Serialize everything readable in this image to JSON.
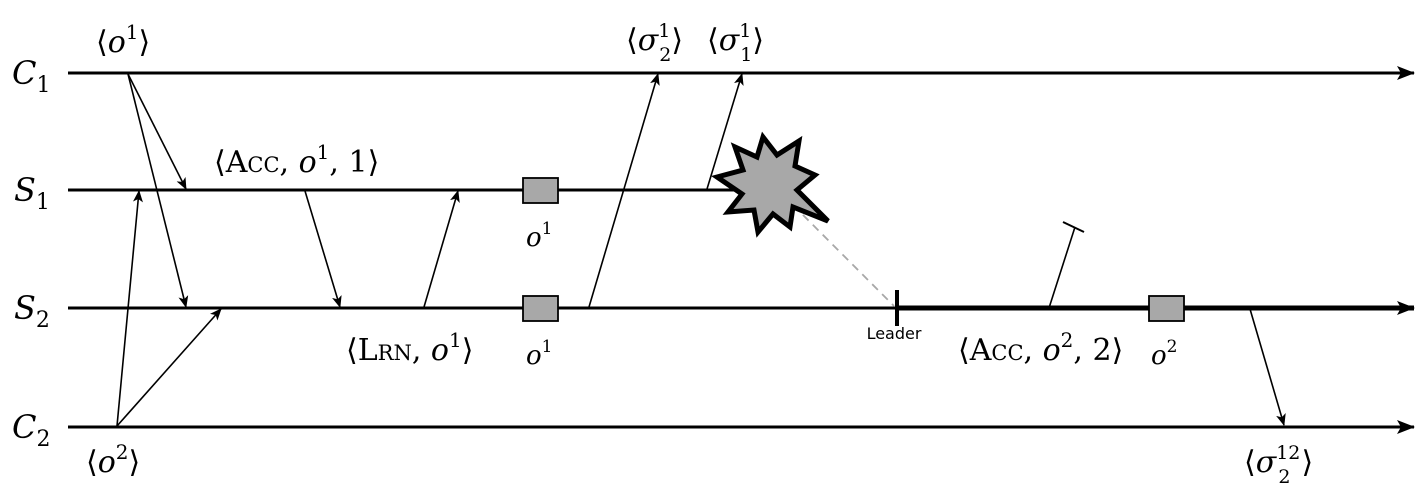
{
  "processes": {
    "c1": {
      "base": "C",
      "sub": "1"
    },
    "s1": {
      "base": "S",
      "sub": "1"
    },
    "s2": {
      "base": "S",
      "sub": "2"
    },
    "c2": {
      "base": "C",
      "sub": "2"
    }
  },
  "messages": {
    "o1_submit": {
      "open": "⟨",
      "var": "o",
      "sup": "1",
      "close": "⟩"
    },
    "o2_submit": {
      "open": "⟨",
      "var": "o",
      "sup": "2",
      "close": "⟩"
    },
    "sigma21": {
      "open": "⟨",
      "var": "σ",
      "sup": "1",
      "sub": "2",
      "close": "⟩"
    },
    "sigma11": {
      "open": "⟨",
      "var": "σ",
      "sup": "1",
      "sub": "1",
      "close": "⟩"
    },
    "sigma212": {
      "open": "⟨",
      "var": "σ",
      "sup": "12",
      "sub": "2",
      "close": "⟩"
    },
    "acc1": {
      "open": "⟨",
      "kw": "Acc",
      "sep1": ", ",
      "var": "o",
      "sup": "1",
      "sep2": ", ",
      "num": "1",
      "close": "⟩"
    },
    "lrn1": {
      "open": "⟨",
      "kw": "Lrn",
      "sep1": ", ",
      "var": "o",
      "sup": "1",
      "close": "⟩"
    },
    "acc2": {
      "open": "⟨",
      "kw": "Acc",
      "sep1": ", ",
      "var": "o",
      "sup": "2",
      "sep2": ", ",
      "num": "2",
      "close": "⟩"
    }
  },
  "boxes": {
    "s1_o1": {
      "var": "o",
      "sup": "1"
    },
    "s2_o1": {
      "var": "o",
      "sup": "1"
    },
    "s2_o2": {
      "var": "o",
      "sup": "2"
    }
  },
  "leader_label": "Leader",
  "colors": {
    "line": "#000000",
    "box_fill": "#a8a8a8",
    "crash_fill": "#a8a8a8",
    "dashed": "#a8a8a8"
  }
}
